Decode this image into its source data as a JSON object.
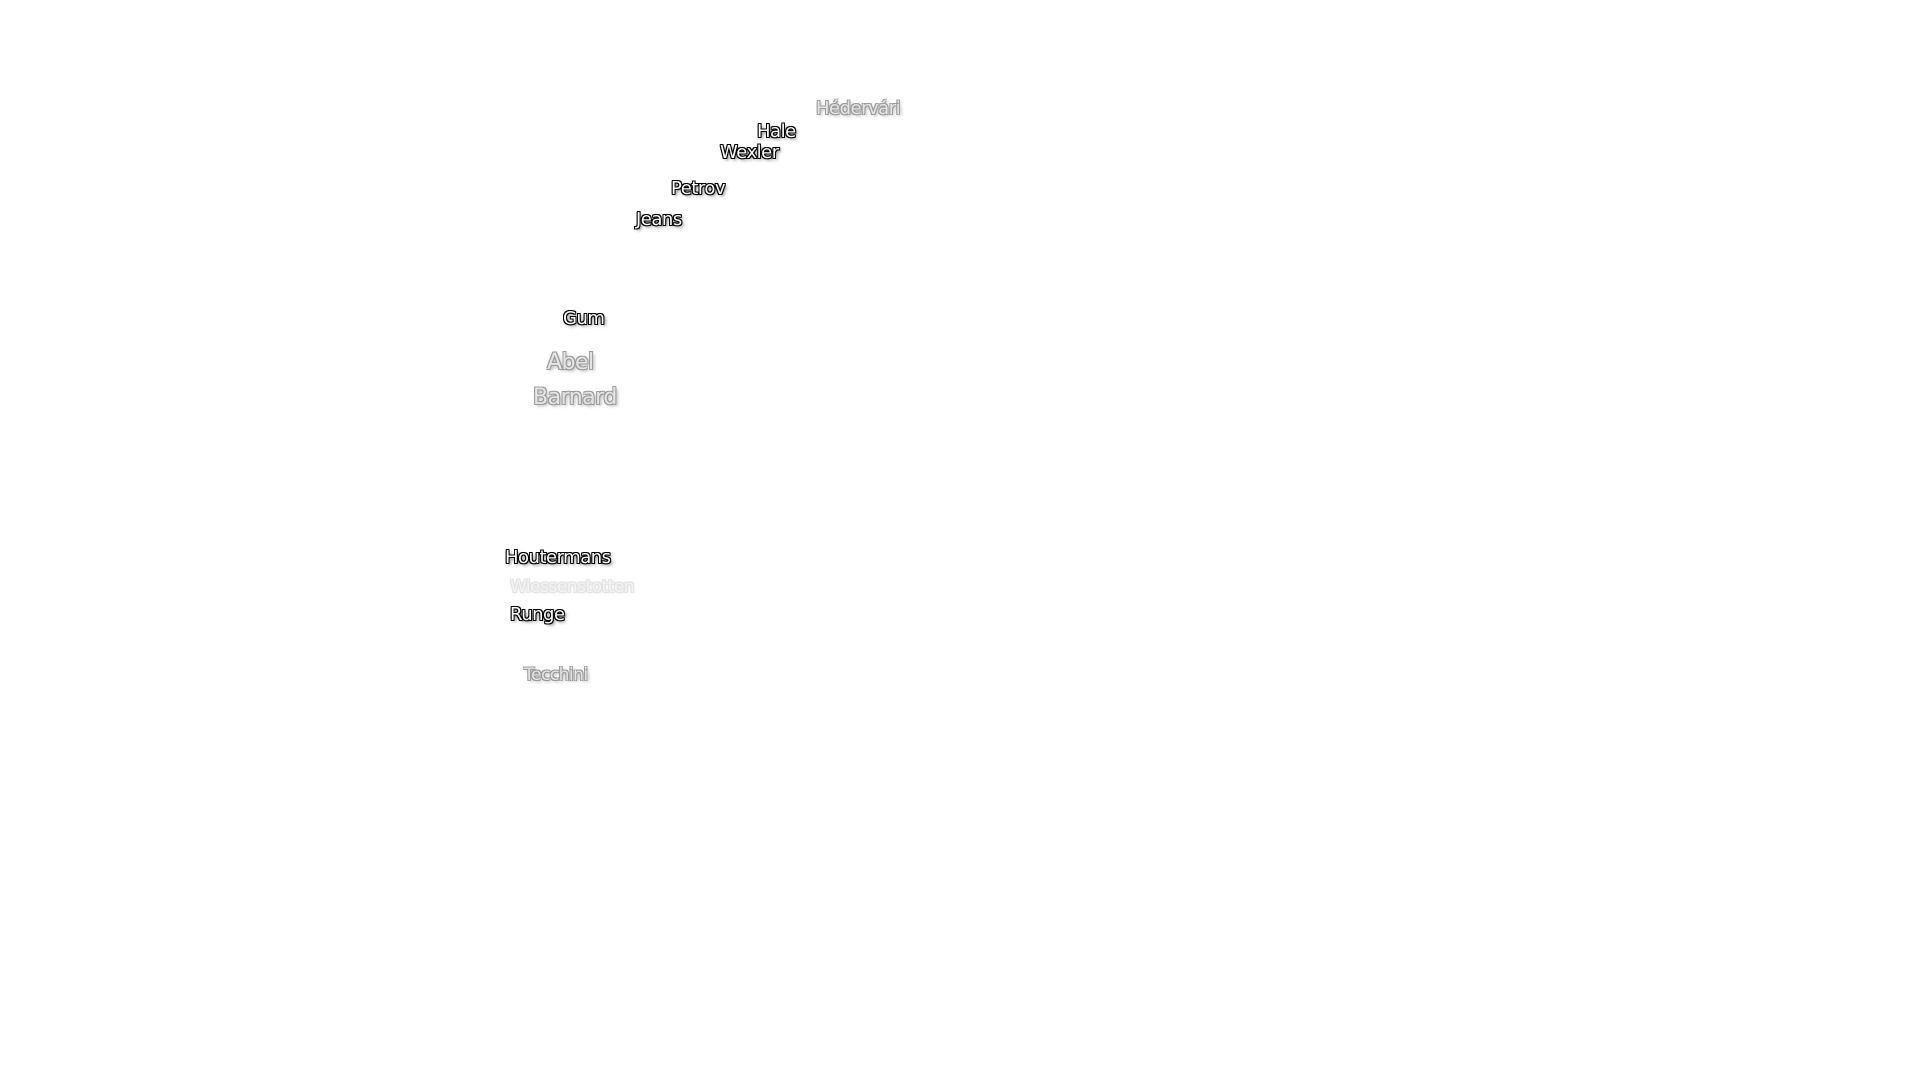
{
  "map": {
    "labels": {
      "hedervari": "Hédervári",
      "hale": "Hale",
      "wexler": "Wexler",
      "petrov": "Petrov",
      "jeans": "Jeans",
      "gum": "Gum",
      "abel": "Abel",
      "barnard": "Barnard",
      "houtermans": "Houtermans",
      "wiessenstotten": "Wiessenstotten",
      "runge": "Runge",
      "tecchini": "Tecchini"
    }
  }
}
